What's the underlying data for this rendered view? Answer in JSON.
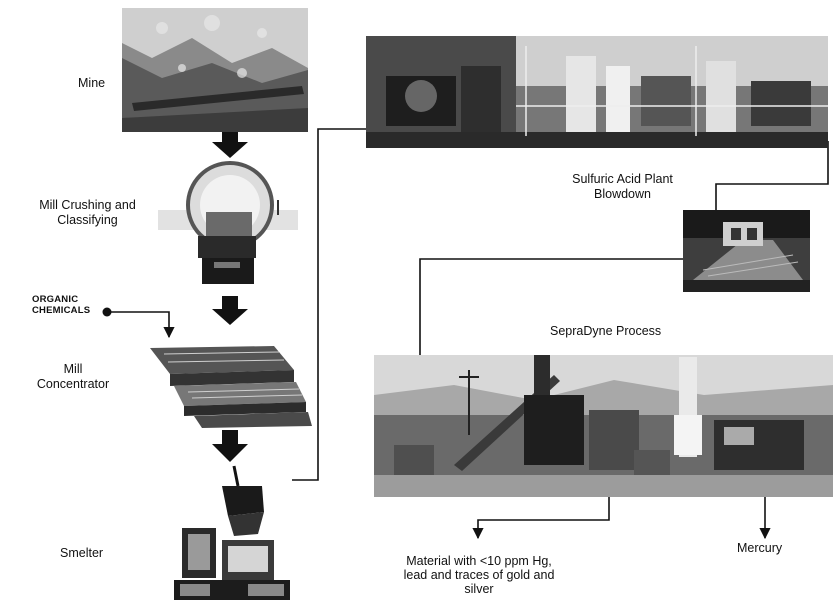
{
  "stages": {
    "mine": "Mine",
    "mill_crushing": "Mill Crushing and Classifying",
    "organic_chemicals": "ORGANIC CHEMICALS",
    "mill_concentrator": "Mill Concentrator",
    "smelter": "Smelter",
    "acid_plant": "Sulfuric Acid Plant Blowdown",
    "sepradyne": "SepraDyne Process",
    "output_material": "Material with <10 ppm Hg, lead and traces of gold and silver",
    "output_mercury": "Mercury"
  },
  "colors": {
    "ink": "#111111",
    "photo_dark": "#3a3a3a",
    "photo_light": "#bdbdbd"
  }
}
